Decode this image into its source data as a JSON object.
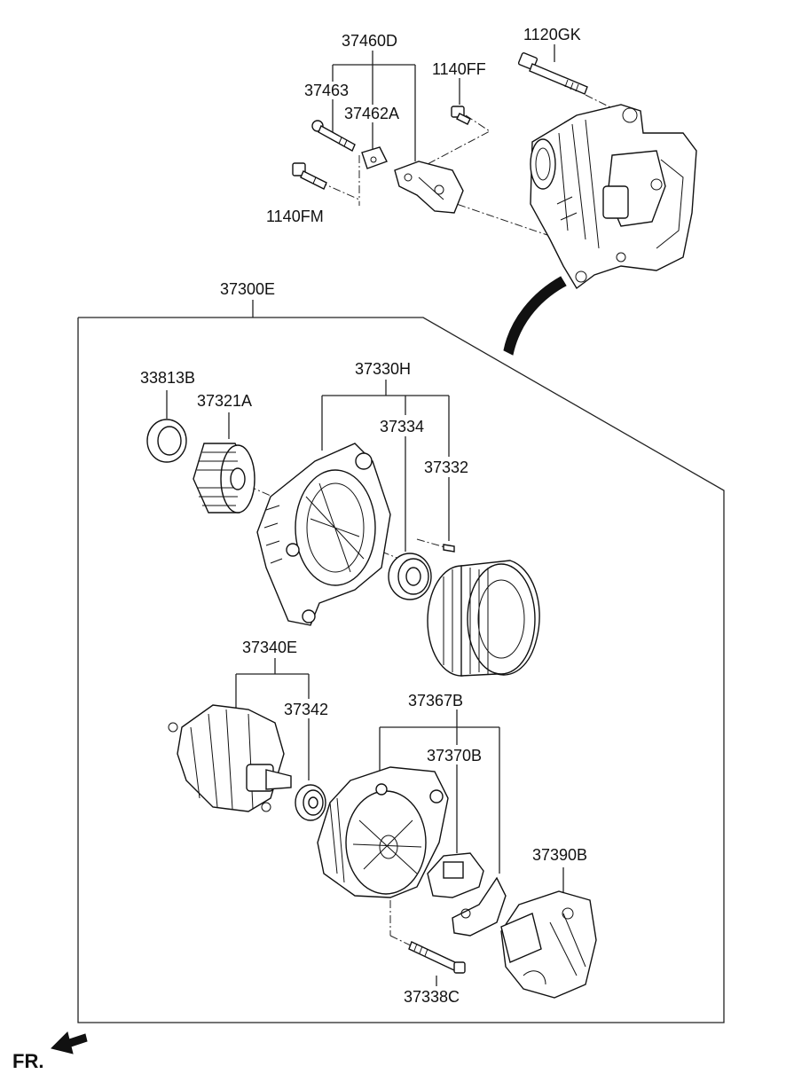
{
  "labels": {
    "p37460D": "37460D",
    "p1120GK": "1120GK",
    "p1140FF": "1140FF",
    "p37463": "37463",
    "p37462A": "37462A",
    "p1140FM": "1140FM",
    "p37300E": "37300E",
    "p33813B": "33813B",
    "p37330H": "37330H",
    "p37321A": "37321A",
    "p37334": "37334",
    "p37332": "37332",
    "p37340E": "37340E",
    "p37342": "37342",
    "p37367B": "37367B",
    "p37370B": "37370B",
    "p37390B": "37390B",
    "p37338C": "37338C"
  },
  "direction": {
    "fr_label": "FR."
  }
}
